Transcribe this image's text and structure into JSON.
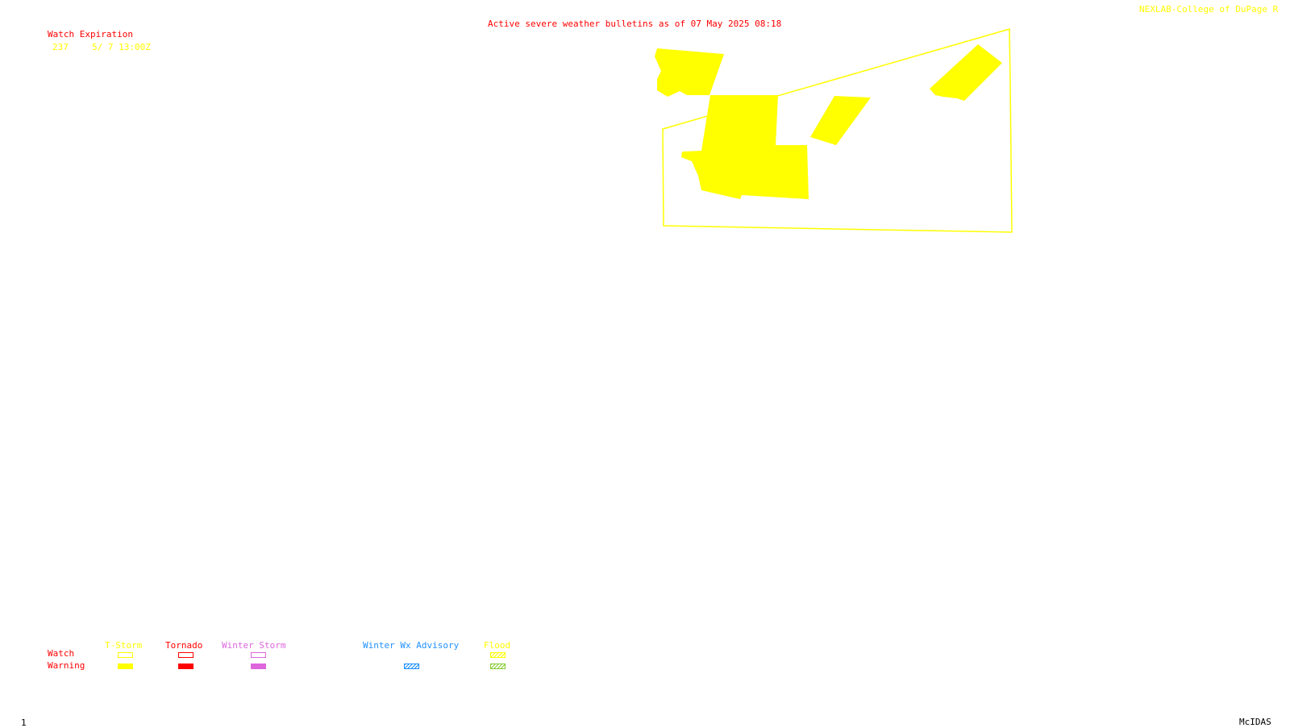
{
  "header": {
    "title": "Active severe weather bulletins as of 07 May 2025 08:18",
    "credit": "NEXLAB-College of DuPage R"
  },
  "watch_list": {
    "heading": "Watch Expiration",
    "entries": [
      {
        "number": "237",
        "expiration": "5/ 7 13:00Z"
      }
    ]
  },
  "legend": {
    "row_labels": {
      "watch": "Watch",
      "warning": "Warning"
    },
    "categories": [
      {
        "label": "T-Storm",
        "color": "#ffff00",
        "watch": "outline",
        "warning": "filled"
      },
      {
        "label": "Tornado",
        "color": "#ff0000",
        "watch": "outline",
        "warning": "filled"
      },
      {
        "label": "Winter Storm",
        "color": "#dd66dd",
        "watch": "outline",
        "warning": "filled"
      },
      {
        "label": "Winter Wx Advisory",
        "color": "#1e90ff",
        "watch": "none",
        "warning": "hatched"
      },
      {
        "label": "Flood",
        "color": "#ffff00",
        "warning_color": "#88cc33",
        "watch": "hatched",
        "warning": "hatched"
      }
    ]
  },
  "map": {
    "watch_box": {
      "number": "237",
      "type": "T-Storm watch",
      "color": "#ffff00"
    },
    "warning_count": 5,
    "warning_color": "#ffff00"
  },
  "footer": {
    "frame_number": "1",
    "software": "McIDAS"
  },
  "colors": {
    "title_red": "#ff0000",
    "tstorm_yellow": "#ffff00",
    "winter_blue": "#1e90ff",
    "winter_storm_pink": "#dd66dd",
    "flood_green": "#88cc33"
  }
}
